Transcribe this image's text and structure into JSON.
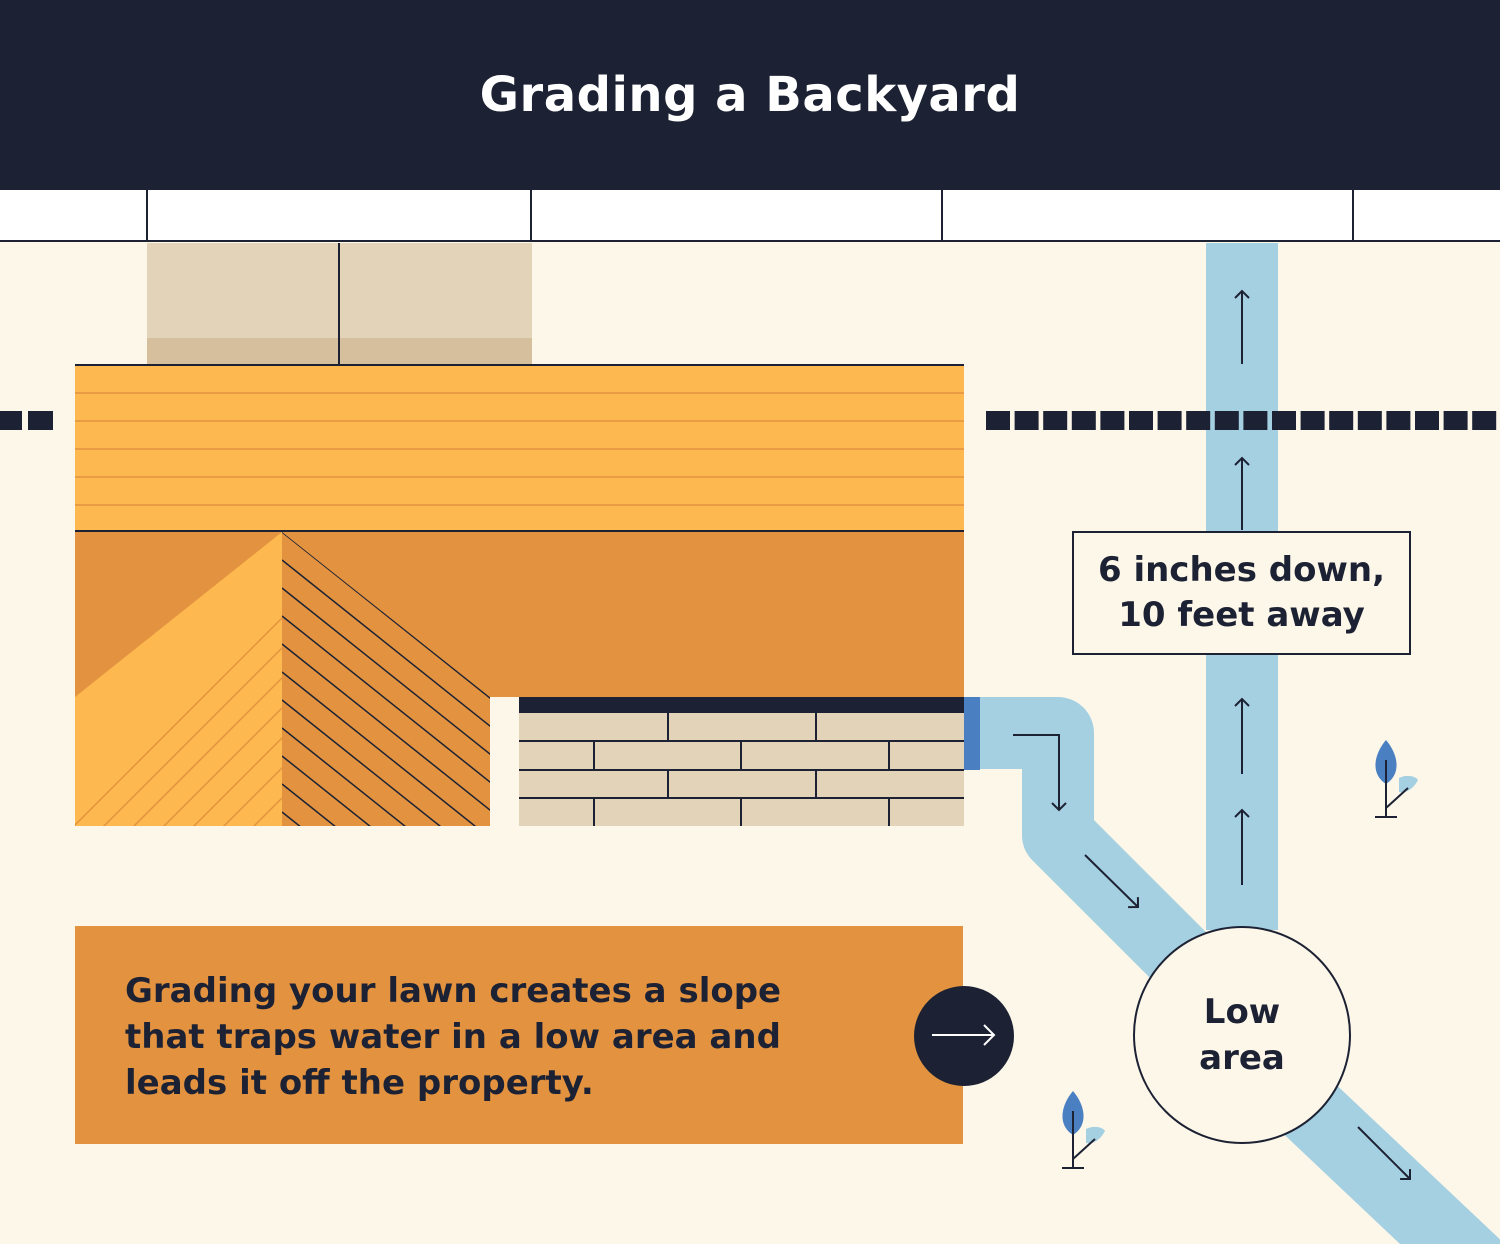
{
  "header": {
    "title": "Grading a Backyard"
  },
  "callout": {
    "line1": "6 inches down,",
    "line2": "10 feet away"
  },
  "low_area": {
    "line1": "Low",
    "line2": "area"
  },
  "caption": {
    "text": "Grading your lawn creates a slope that traps water in a low area and leads it off the property."
  },
  "colors": {
    "navy": "#1c2233",
    "cream": "#fdf7ea",
    "roof_light": "#fdb94f",
    "roof_orange": "#e39340",
    "water": "#a5d0e2",
    "downspout": "#4a7fc1",
    "patio": "#e3d4b9",
    "patio_shadow": "#d6bf9c"
  },
  "icons": [
    "arrow-right-icon",
    "plant-icon",
    "flow-arrow-icon"
  ]
}
